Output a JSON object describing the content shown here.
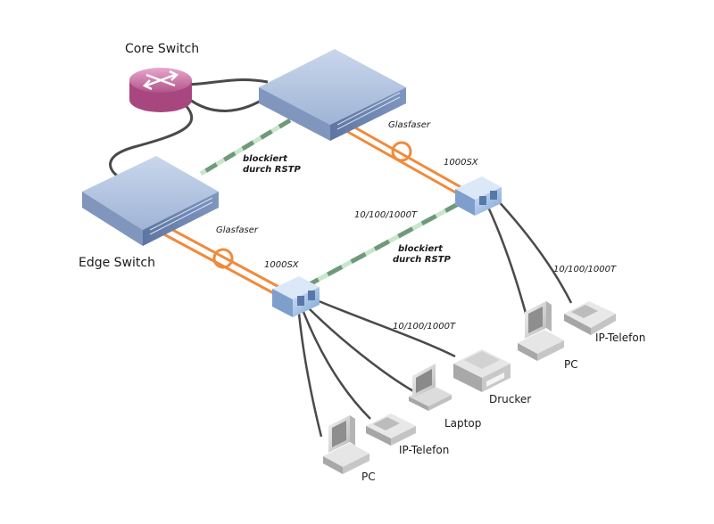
{
  "diagram": {
    "type": "network-topology",
    "nodes": {
      "core_switch": {
        "label": "Core Switch",
        "kind": "core-switch",
        "color": "#c46aa0"
      },
      "top_switch": {
        "label": "",
        "kind": "switch",
        "color": "#9db3d3"
      },
      "edge_switch": {
        "label": "Edge Switch",
        "kind": "switch",
        "color": "#9db3d3"
      },
      "right_edge": {
        "label": "",
        "kind": "media-converter",
        "color": "#9fc0e8"
      },
      "bottom_edge": {
        "label": "",
        "kind": "media-converter",
        "color": "#9fc0e8"
      },
      "pc_right": {
        "label": "PC",
        "kind": "pc"
      },
      "phone_right": {
        "label": "IP-Telefon",
        "kind": "ip-phone"
      },
      "printer": {
        "label": "Drucker",
        "kind": "printer"
      },
      "laptop": {
        "label": "Laptop",
        "kind": "laptop"
      },
      "phone_bottom": {
        "label": "IP-Telefon",
        "kind": "ip-phone"
      },
      "pc_bottom": {
        "label": "PC",
        "kind": "pc"
      }
    },
    "links": [
      {
        "from": "core_switch",
        "to": "top_switch",
        "type": "copper"
      },
      {
        "from": "core_switch",
        "to": "edge_switch",
        "type": "copper"
      },
      {
        "from": "top_switch",
        "to": "edge_switch",
        "type": "blocked",
        "label": "blockiert\ndurch RSTP"
      },
      {
        "from": "top_switch",
        "to": "right_edge",
        "type": "fiber",
        "label": "Glasfaser",
        "speed": "1000SX"
      },
      {
        "from": "edge_switch",
        "to": "bottom_edge",
        "type": "fiber",
        "label": "Glasfaser",
        "speed": "1000SX"
      },
      {
        "from": "right_edge",
        "to": "bottom_edge",
        "type": "blocked",
        "label": "blockiert\ndurch RSTP",
        "speed": "10/100/1000T"
      },
      {
        "from": "right_edge",
        "to": "pc_right",
        "type": "copper"
      },
      {
        "from": "right_edge",
        "to": "phone_right",
        "type": "copper",
        "speed": "10/100/1000T"
      },
      {
        "from": "bottom_edge",
        "to": "printer",
        "type": "copper",
        "speed": "10/100/1000T"
      },
      {
        "from": "bottom_edge",
        "to": "laptop",
        "type": "copper"
      },
      {
        "from": "bottom_edge",
        "to": "phone_bottom",
        "type": "copper"
      },
      {
        "from": "bottom_edge",
        "to": "pc_bottom",
        "type": "copper"
      }
    ],
    "labels": {
      "core_switch": "Core Switch",
      "edge_switch": "Edge Switch",
      "glasfaser_top": "Glasfaser",
      "glasfaser_bottom": "Glasfaser",
      "speed_1000sx_top": "1000SX",
      "speed_1000sx_bottom": "1000SX",
      "speed_copper_mid": "10/100/1000T",
      "speed_copper_right": "10/100/1000T",
      "speed_copper_bottom": "10/100/1000T",
      "blocked_top_1": "blockiert",
      "blocked_top_2": "durch RSTP",
      "blocked_mid_1": "blockiert",
      "blocked_mid_2": "durch RSTP",
      "pc_right": "PC",
      "phone_right": "IP-Telefon",
      "printer": "Drucker",
      "laptop": "Laptop",
      "phone_bottom": "IP-Telefon",
      "pc_bottom": "PC"
    },
    "colors": {
      "fiber": "#f08a3c",
      "copper": "#555555",
      "blocked_a": "#6f9a7a",
      "blocked_b": "#c9e6cc",
      "switch_top": "#b7c8e2",
      "switch_side": "#6f86ad",
      "core": "#c46aa0",
      "device": "#d8d8d8"
    }
  }
}
